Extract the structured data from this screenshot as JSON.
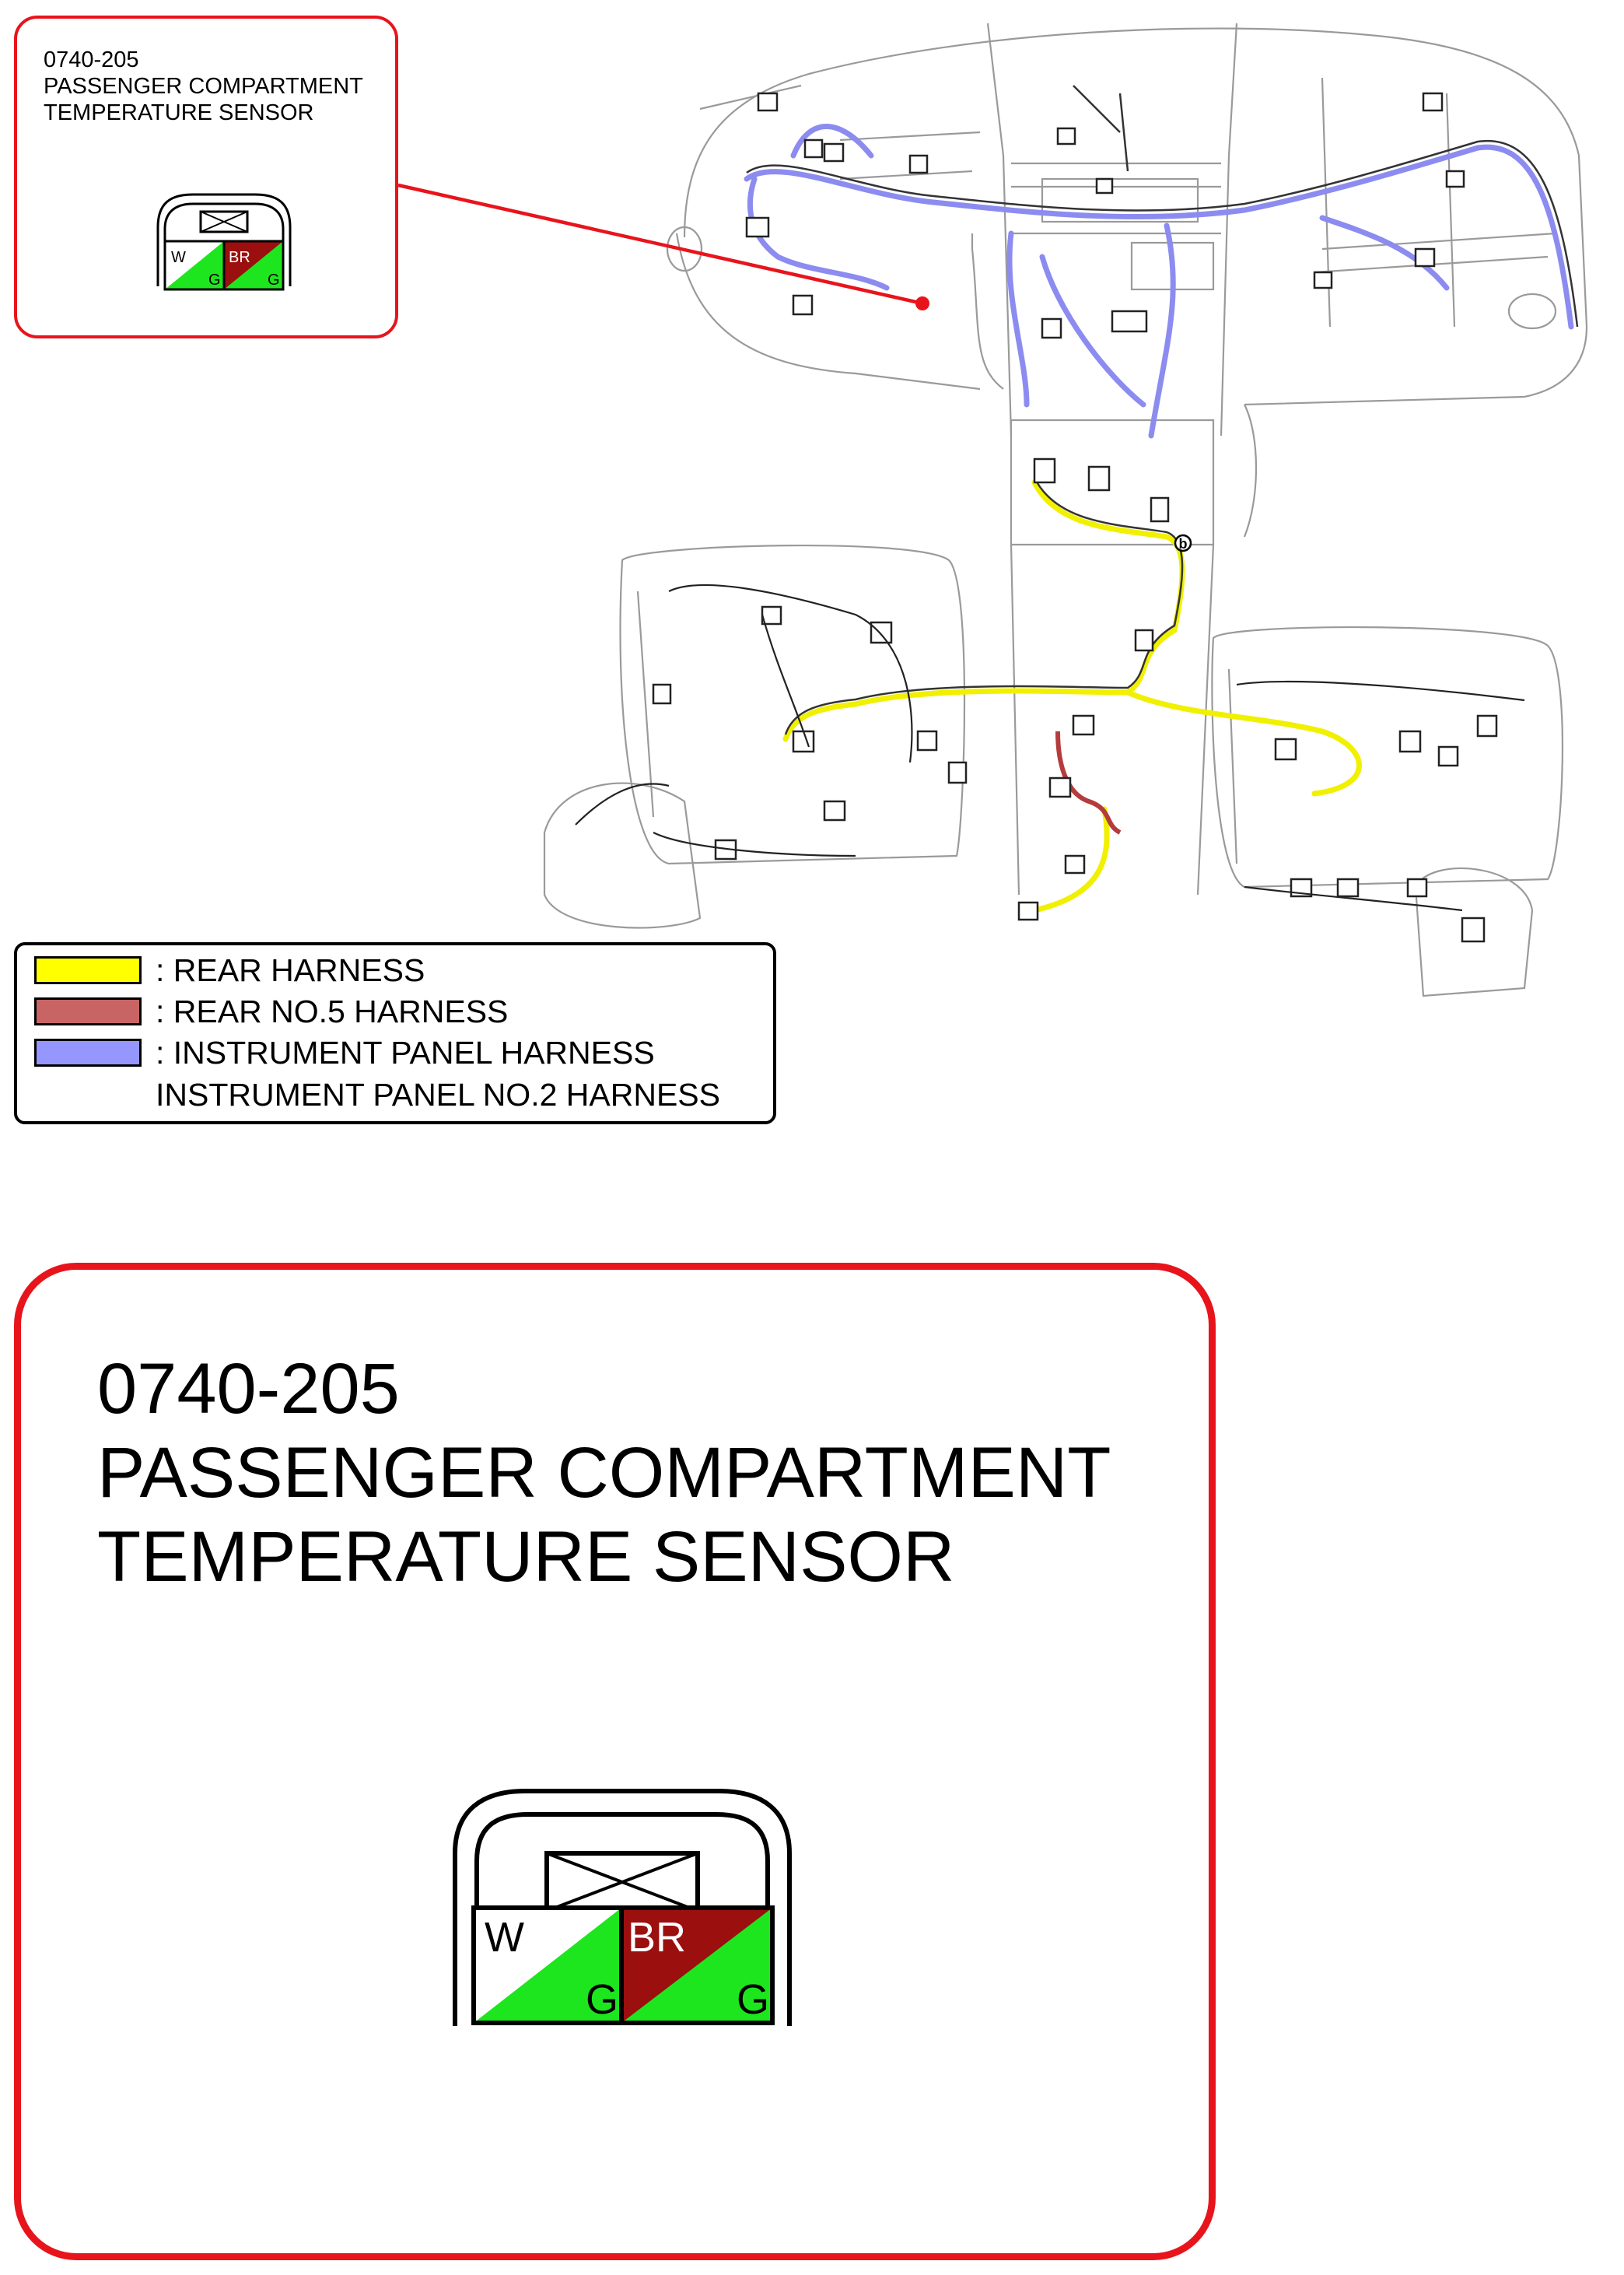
{
  "connector": {
    "code": "0740-205",
    "name_line1": "PASSENGER COMPARTMENT",
    "name_line2": "TEMPERATURE SENSOR",
    "pins": [
      {
        "wire": "W",
        "tracer": "G",
        "base_color": "#ffffff",
        "tracer_color": "#1ee61e"
      },
      {
        "wire": "BR",
        "tracer": "G",
        "base_color": "#9b0f0f",
        "tracer_color": "#1ee61e"
      }
    ]
  },
  "legend": {
    "items": [
      {
        "label": ": REAR HARNESS",
        "color": "#ffff00"
      },
      {
        "label": ": REAR NO.5 HARNESS",
        "color": "#c86464"
      },
      {
        "label": ": INSTRUMENT PANEL HARNESS",
        "color": "#9696ff"
      }
    ],
    "continuation": "INSTRUMENT PANEL NO.2 HARNESS"
  },
  "diagram": {
    "location_marker": "b",
    "colors": {
      "callout_border": "#e8141c",
      "rear_harness": "#f0f000",
      "rear_no5_harness": "#b43c3c",
      "instrument_panel_harness": "#8c8cf0"
    }
  }
}
